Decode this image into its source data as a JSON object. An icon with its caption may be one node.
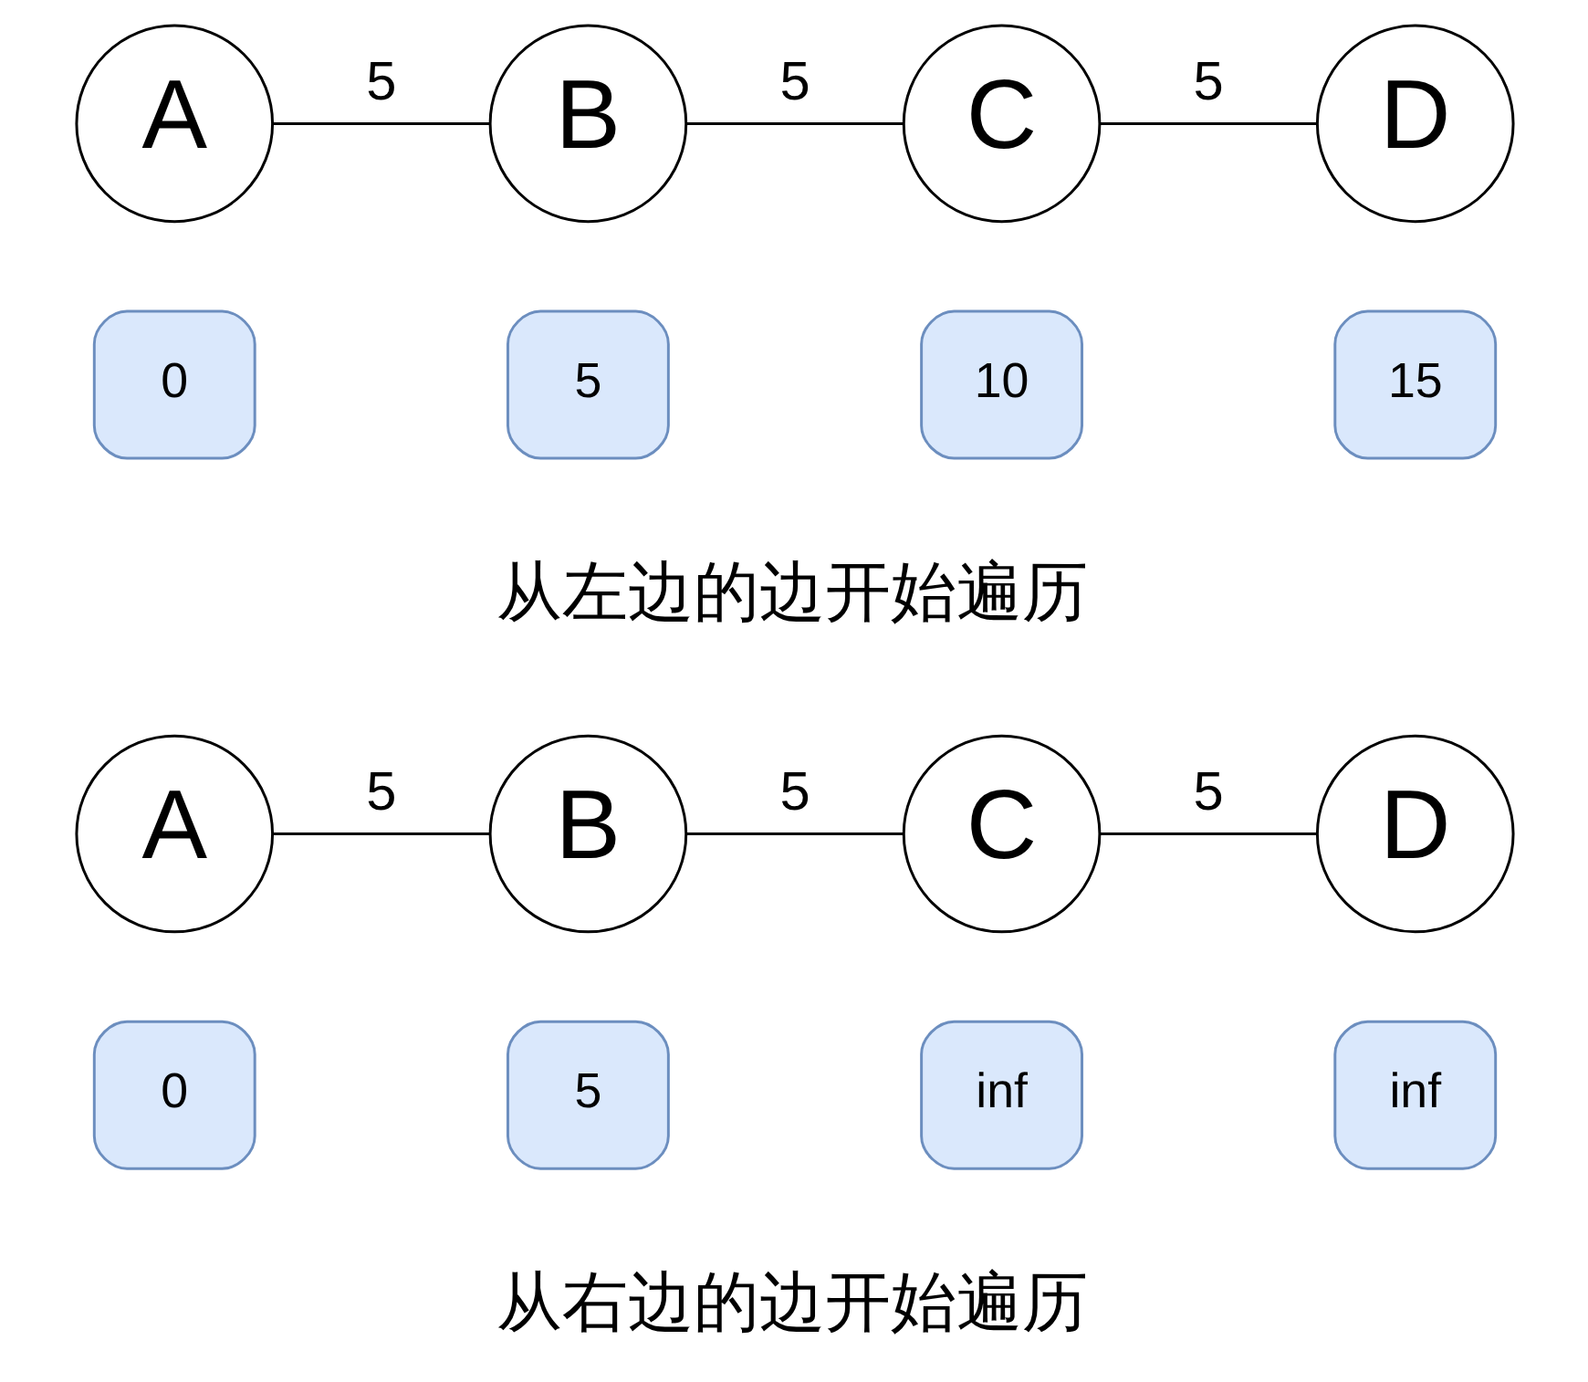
{
  "diagram": {
    "nodes": [
      {
        "text": [
          "A"
        ]
      },
      {
        "text": [
          "B"
        ]
      },
      {
        "text": [
          "C"
        ]
      },
      {
        "text": [
          "D"
        ]
      },
      {
        "text": [
          "0"
        ]
      },
      {
        "text": [
          "5"
        ]
      },
      {
        "text": [
          "10"
        ]
      },
      {
        "text": [
          "15"
        ]
      },
      {
        "text": [
          "A"
        ]
      },
      {
        "text": [
          "B"
        ]
      },
      {
        "text": [
          "C"
        ]
      },
      {
        "text": [
          "D"
        ]
      },
      {
        "text": [
          "0"
        ]
      },
      {
        "text": [
          "5"
        ]
      },
      {
        "text": [
          "inf"
        ]
      },
      {
        "text": [
          "inf"
        ]
      }
    ],
    "edges": [
      {
        "from": 0,
        "to": 1,
        "arrow": "none",
        "label": "5"
      },
      {
        "from": 1,
        "to": 2,
        "arrow": "none",
        "label": "5"
      },
      {
        "from": 2,
        "to": 3,
        "arrow": "none",
        "label": "5"
      },
      {
        "from": 8,
        "to": 9,
        "arrow": "none",
        "label": "5"
      },
      {
        "from": 9,
        "to": 10,
        "arrow": "none",
        "label": "5"
      },
      {
        "from": 10,
        "to": 11,
        "arrow": "none",
        "label": "5"
      }
    ],
    "labels": [
      "从左边的边开始遍历",
      "从右边的边开始遍历"
    ]
  }
}
